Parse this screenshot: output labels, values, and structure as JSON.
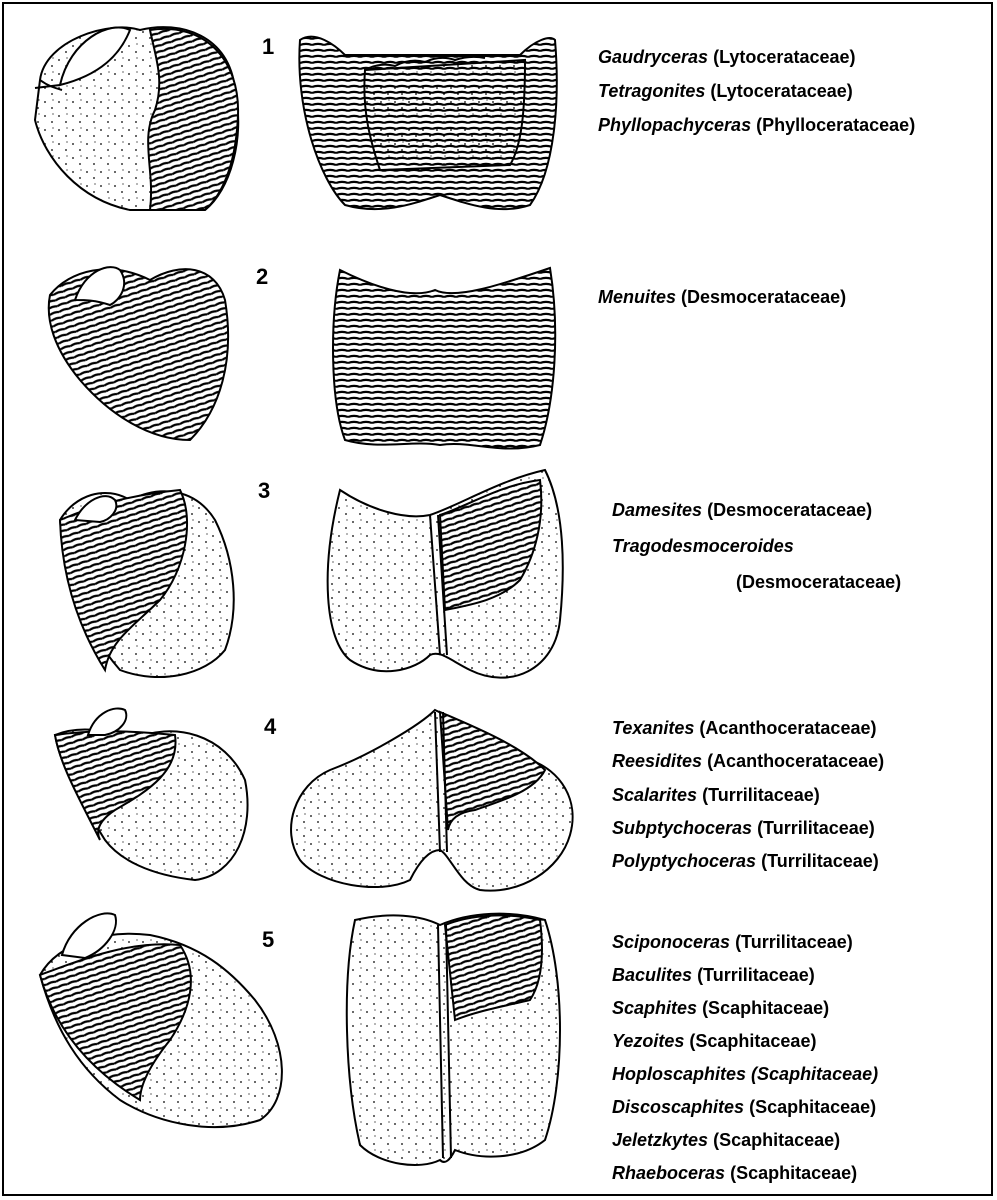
{
  "rows": [
    {
      "number": "1",
      "labels": [
        {
          "genus": "Gaudryceras",
          "family": "(Lytocerataceae)"
        },
        {
          "genus": "Tetragonites",
          "family": "(Lytocerataceae)"
        },
        {
          "genus": "Phyllopachyceras",
          "family": "(Phyllocerataceae)"
        }
      ]
    },
    {
      "number": "2",
      "labels": [
        {
          "genus": "Menuites",
          "family": "(Desmocerataceae)"
        }
      ]
    },
    {
      "number": "3",
      "labels": [
        {
          "genus": "Damesites",
          "family": "(Desmocerataceae)"
        },
        {
          "genus": "Tragodesmoceroides",
          "family": ""
        },
        {
          "genus": "",
          "family": "(Desmocerataceae)"
        }
      ]
    },
    {
      "number": "4",
      "labels": [
        {
          "genus": "Texanites",
          "family": "(Acanthocerataceae)"
        },
        {
          "genus": "Reesidites",
          "family": "(Acanthocerataceae)"
        },
        {
          "genus": "Scalarites",
          "family": "(Turrilitaceae)"
        },
        {
          "genus": "Subptychoceras",
          "family": "(Turrilitaceae)"
        },
        {
          "genus": "Polyptychoceras",
          "family": "(Turrilitaceae)"
        }
      ]
    },
    {
      "number": "5",
      "labels": [
        {
          "genus": "Sciponoceras",
          "family": "(Turrilitaceae)"
        },
        {
          "genus": "Baculites",
          "family": "(Turrilitaceae)"
        },
        {
          "genus": "Scaphites",
          "family": "(Scaphitaceae)"
        },
        {
          "genus": "Yezoites",
          "family": "(Scaphitaceae)"
        },
        {
          "genus": "Hoploscaphites",
          "family": "(Scaphitaceae)",
          "family_italic": true
        },
        {
          "genus": "Discoscaphites",
          "family": "(Scaphitaceae)"
        },
        {
          "genus": "Jeletzkytes",
          "family": "(Scaphitaceae)"
        },
        {
          "genus": "Rhaeboceras",
          "family": "(Scaphitaceae)"
        }
      ]
    }
  ]
}
